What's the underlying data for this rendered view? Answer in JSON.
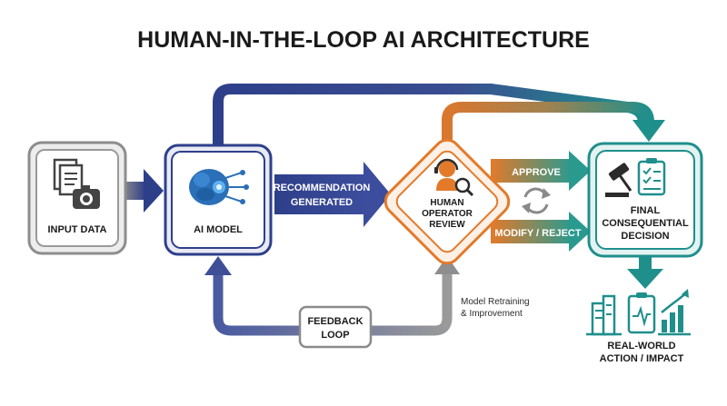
{
  "title": "HUMAN-IN-THE-LOOP AI ARCHITECTURE",
  "nodes": {
    "input": {
      "label": "INPUT DATA"
    },
    "ai_model": {
      "label": "AI MODEL"
    },
    "human": {
      "label_lines": [
        "HUMAN",
        "OPERATOR",
        "REVIEW"
      ]
    },
    "decision": {
      "label_lines": [
        "FINAL",
        "CONSEQUENTIAL",
        "DECISION"
      ]
    },
    "feedback": {
      "label_lines": [
        "FEEDBACK",
        "LOOP"
      ]
    },
    "outcome": {
      "label_lines": [
        "REAL-WORLD",
        "ACTION / IMPACT"
      ]
    }
  },
  "edges": {
    "recommendation": {
      "label_lines": [
        "RECOMMENDATION",
        "GENERATED"
      ]
    },
    "approve": {
      "label": "APPROVE"
    },
    "modify_reject": {
      "label": "MODIFY / REJECT"
    },
    "retraining": {
      "label_lines": [
        "Model Retraining",
        "& Improvement"
      ]
    }
  },
  "colors": {
    "navy": "#2e3f8a",
    "orange": "#e37a2a",
    "teal": "#1f8f8c",
    "gray": "#7a7a7a",
    "dark": "#1a1a1a"
  },
  "icons": {
    "input": "documents-camera-icon",
    "ai_model": "brain-circuit-icon",
    "human": "operator-headset-magnifier-icon",
    "decision": "gavel-clipboard-icon",
    "outcome": "city-clipboard-chart-icon",
    "loop": "circular-arrows-icon"
  }
}
